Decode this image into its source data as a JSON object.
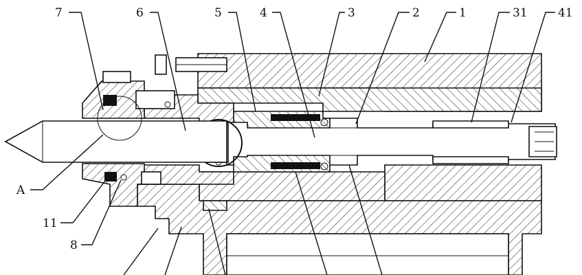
{
  "labels": {
    "l7": "7",
    "l6": "6",
    "l5": "5",
    "l4": "4",
    "l3": "3",
    "l2": "2",
    "l1": "1",
    "l31": "31",
    "l41": "41",
    "lA": "A",
    "l11": "11",
    "l8": "8"
  }
}
